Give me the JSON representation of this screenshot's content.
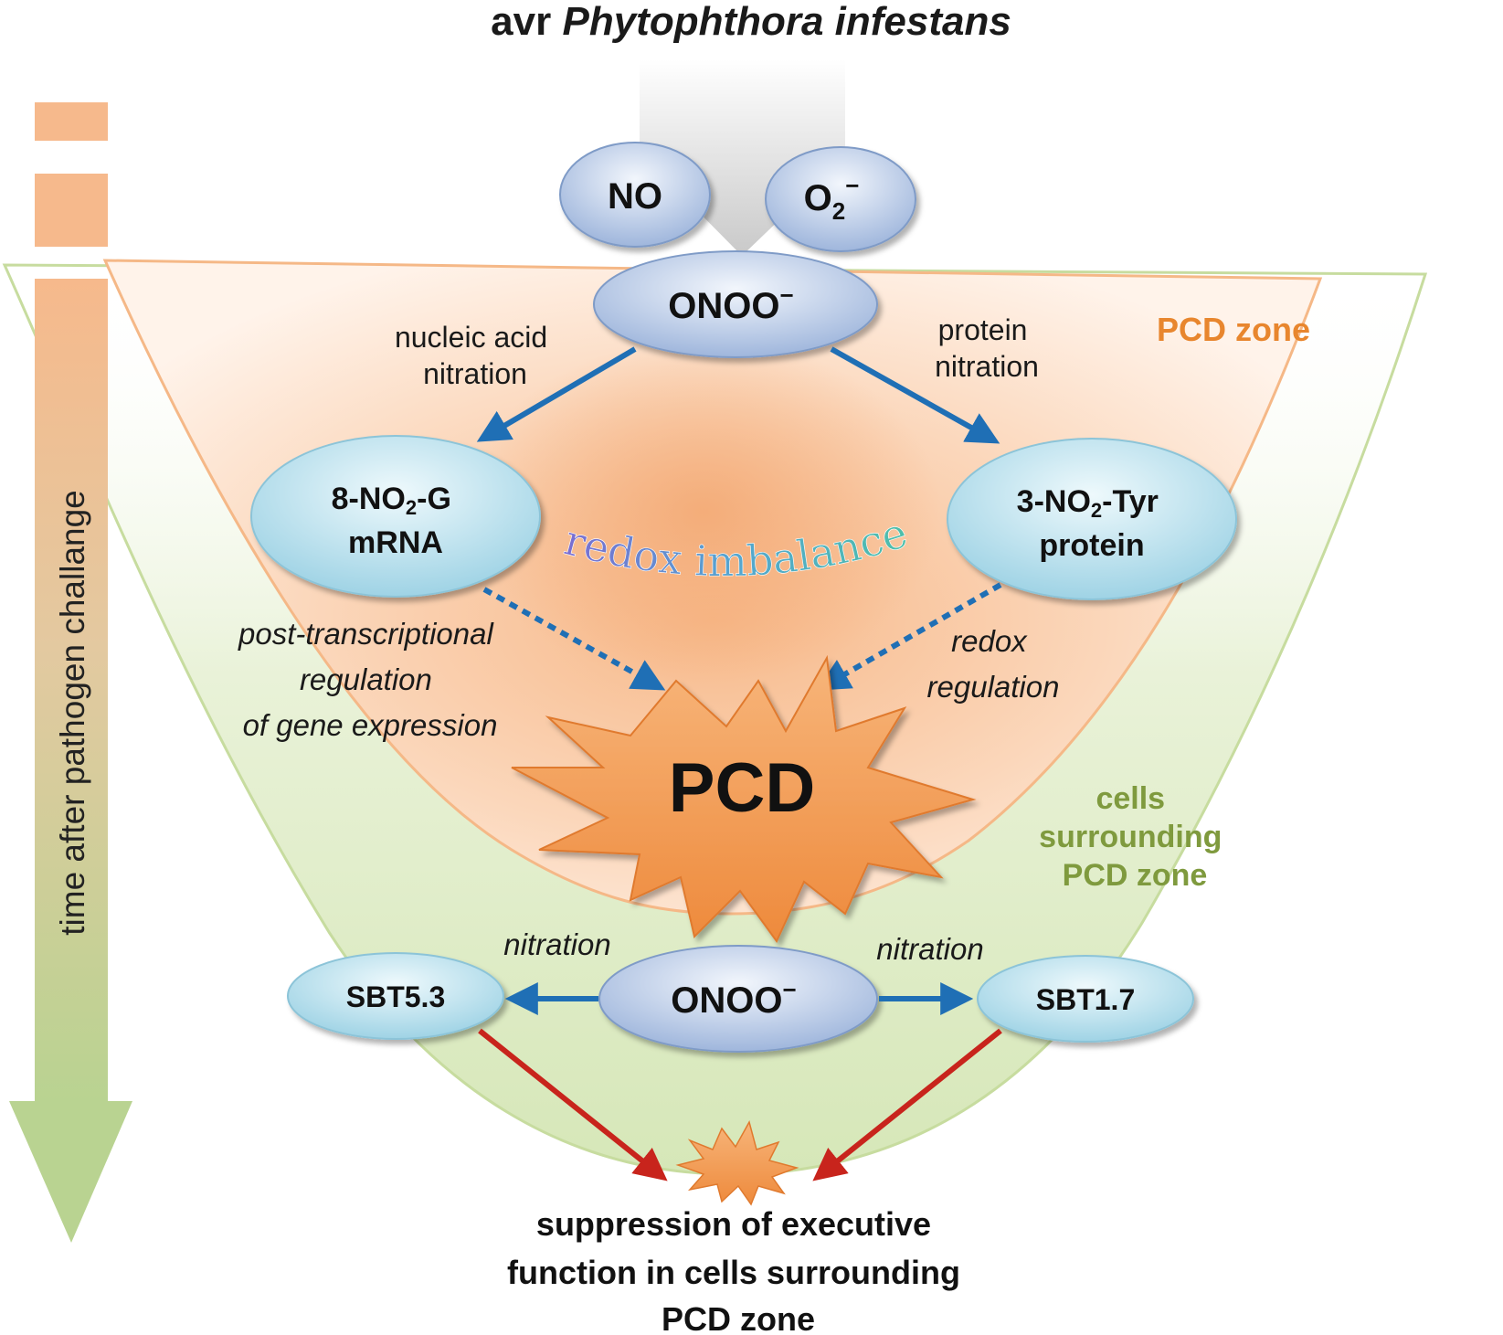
{
  "title": {
    "prefix": "avr",
    "organism": "Phytophthora infestans"
  },
  "time_axis_label": "time after pathogen challange",
  "zones": {
    "pcd_zone": "PCD zone",
    "surrounding": [
      "cells",
      "surrounding",
      "PCD zone"
    ]
  },
  "nodes": {
    "no": "NO",
    "superoxide": {
      "base": "O",
      "sub": "2",
      "sup": "−"
    },
    "onoo_top": {
      "base": "ONOO",
      "sup": "−"
    },
    "nitro_g": {
      "line1_a": "8-NO",
      "line1_sub": "2",
      "line1_b": "-G",
      "line2": "mRNA"
    },
    "nitro_tyr": {
      "line1_a": "3-NO",
      "line1_sub": "2",
      "line1_b": "-Tyr",
      "line2": "protein"
    },
    "pcd": "PCD",
    "onoo_bottom": {
      "base": "ONOO",
      "sup": "−"
    },
    "sbt53": "SBT5.3",
    "sbt17": "SBT1.7"
  },
  "labels": {
    "nucleic_acid_nitration": [
      "nucleic acid",
      "nitration"
    ],
    "protein_nitration": [
      "protein",
      "nitration"
    ],
    "redox_imbalance": "redox imbalance",
    "post_transcriptional": [
      "post-transcriptional",
      "regulation",
      "of gene expression"
    ],
    "redox_regulation": [
      "redox",
      "regulation"
    ],
    "nitration_left": "nitration",
    "nitration_right": "nitration",
    "suppression": [
      "suppression of executive",
      "function in cells surrounding",
      "PCD zone"
    ]
  },
  "colors": {
    "pcd_zone_text": "#e8862e",
    "surrounding_text": "#7f9a3e",
    "blue_arrow": "#1f6fb5",
    "red_arrow": "#c8241c",
    "pcd_star": "#f29a4a"
  }
}
